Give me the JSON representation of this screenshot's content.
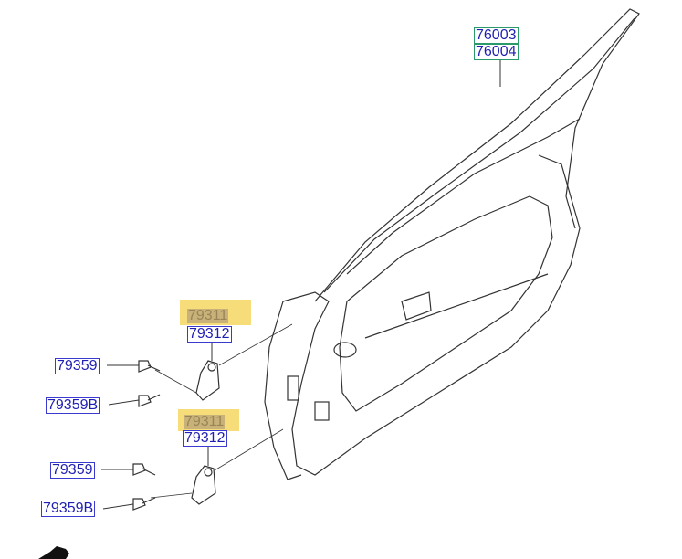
{
  "labels": {
    "upper_right": [
      "76003",
      "76004"
    ],
    "upper_hinge": {
      "highlighted": "79311",
      "part": "79312",
      "bolt": "79359",
      "bolt_b": "79359B"
    },
    "lower_hinge": {
      "highlighted": "79311",
      "part": "79312",
      "bolt": "79359",
      "bolt_b": "79359B"
    }
  },
  "colors": {
    "label_text": "#1f1fb4",
    "highlight": "#f7dc7a"
  }
}
